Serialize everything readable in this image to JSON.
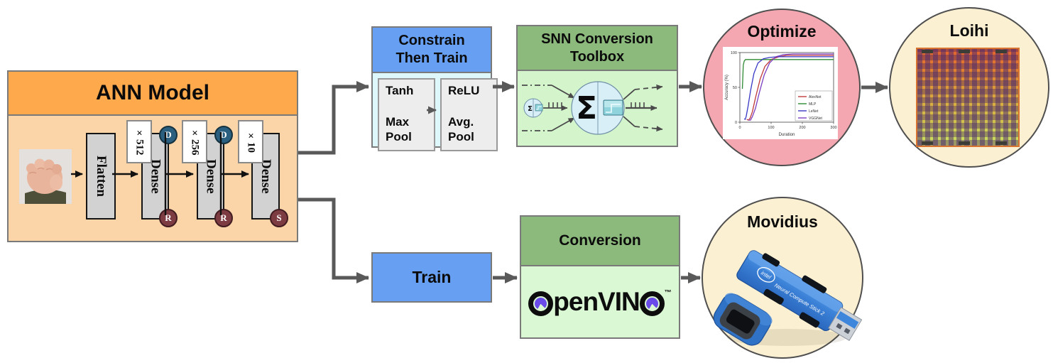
{
  "ann": {
    "title": "ANN Model",
    "input_image": "fist-sign-photo",
    "layers": [
      {
        "name": "Flatten"
      },
      {
        "name": "Dense",
        "units": "×512",
        "top_badge": "D",
        "bottom_badge": "R"
      },
      {
        "name": "Dense",
        "units": "×256",
        "top_badge": "D",
        "bottom_badge": "R"
      },
      {
        "name": "Dense",
        "units": "×10",
        "bottom_badge": "S"
      }
    ]
  },
  "constrain": {
    "title": "Constrain Then Train",
    "stage1": "Tanh\n\nMax\nPool",
    "stage2": "ReLU\n\nAvg.\nPool"
  },
  "snn": {
    "title": "SNN Conversion Toolbox",
    "sigma": "Σ"
  },
  "optimize": {
    "title": "Optimize"
  },
  "loihi": {
    "title": "Loihi"
  },
  "train": {
    "title": "Train"
  },
  "conversion": {
    "title": "Conversion",
    "logo": {
      "full": "OpenVINO",
      "mid1": "pen",
      "mid2": "VIN",
      "tm": "™"
    }
  },
  "movidius": {
    "title": "Movidius",
    "device": {
      "brand": "intel",
      "label": "Neural Compute Stick 2"
    }
  },
  "colors": {
    "ann_header": "#ffa94d",
    "ann_body": "#fbd4a8",
    "blue_block": "#67a0f2",
    "cyan_body": "#ddf7fb",
    "green_header": "#8cba7c",
    "green_body": "#d4f4cc",
    "optimize_circle": "#f4a7b0",
    "cream_circle": "#fbf0d2",
    "connector_gray": "#595959",
    "openvino_purple": "#6a4bea"
  },
  "chart_data": {
    "type": "line",
    "title": "",
    "xlabel": "Duration",
    "ylabel": "Accuracy (%)",
    "xlim": [
      0,
      300
    ],
    "ylim": [
      0,
      100
    ],
    "xticks": [
      0,
      100,
      200,
      300
    ],
    "yticks": [
      0,
      50,
      100
    ],
    "grid": false,
    "legend_position": "lower right",
    "series": [
      {
        "name": "AlexNet",
        "color": "#bf3a3a",
        "x": [
          22,
          28,
          33,
          40,
          50,
          65,
          80,
          100,
          125,
          150,
          200,
          300
        ],
        "y": [
          4,
          3,
          6,
          15,
          35,
          62,
          80,
          90,
          94,
          96,
          96,
          96
        ]
      },
      {
        "name": "MLP",
        "color": "#2e8b33",
        "x": [
          8,
          9,
          11,
          14,
          18,
          25,
          60,
          300
        ],
        "y": [
          48,
          60,
          82,
          88,
          90,
          90,
          90,
          90
        ]
      },
      {
        "name": "LeNet",
        "color": "#3838c6",
        "x": [
          14,
          17,
          20,
          26,
          34,
          45,
          58,
          75,
          95,
          120,
          300
        ],
        "y": [
          5,
          4,
          8,
          22,
          45,
          70,
          85,
          91,
          93,
          94,
          94
        ]
      },
      {
        "name": "VGGNet",
        "color": "#7a3fc1",
        "x": [
          28,
          34,
          40,
          50,
          62,
          78,
          95,
          115,
          140,
          170,
          300
        ],
        "y": [
          3,
          3,
          8,
          20,
          42,
          68,
          85,
          94,
          97,
          98,
          98
        ]
      }
    ]
  }
}
